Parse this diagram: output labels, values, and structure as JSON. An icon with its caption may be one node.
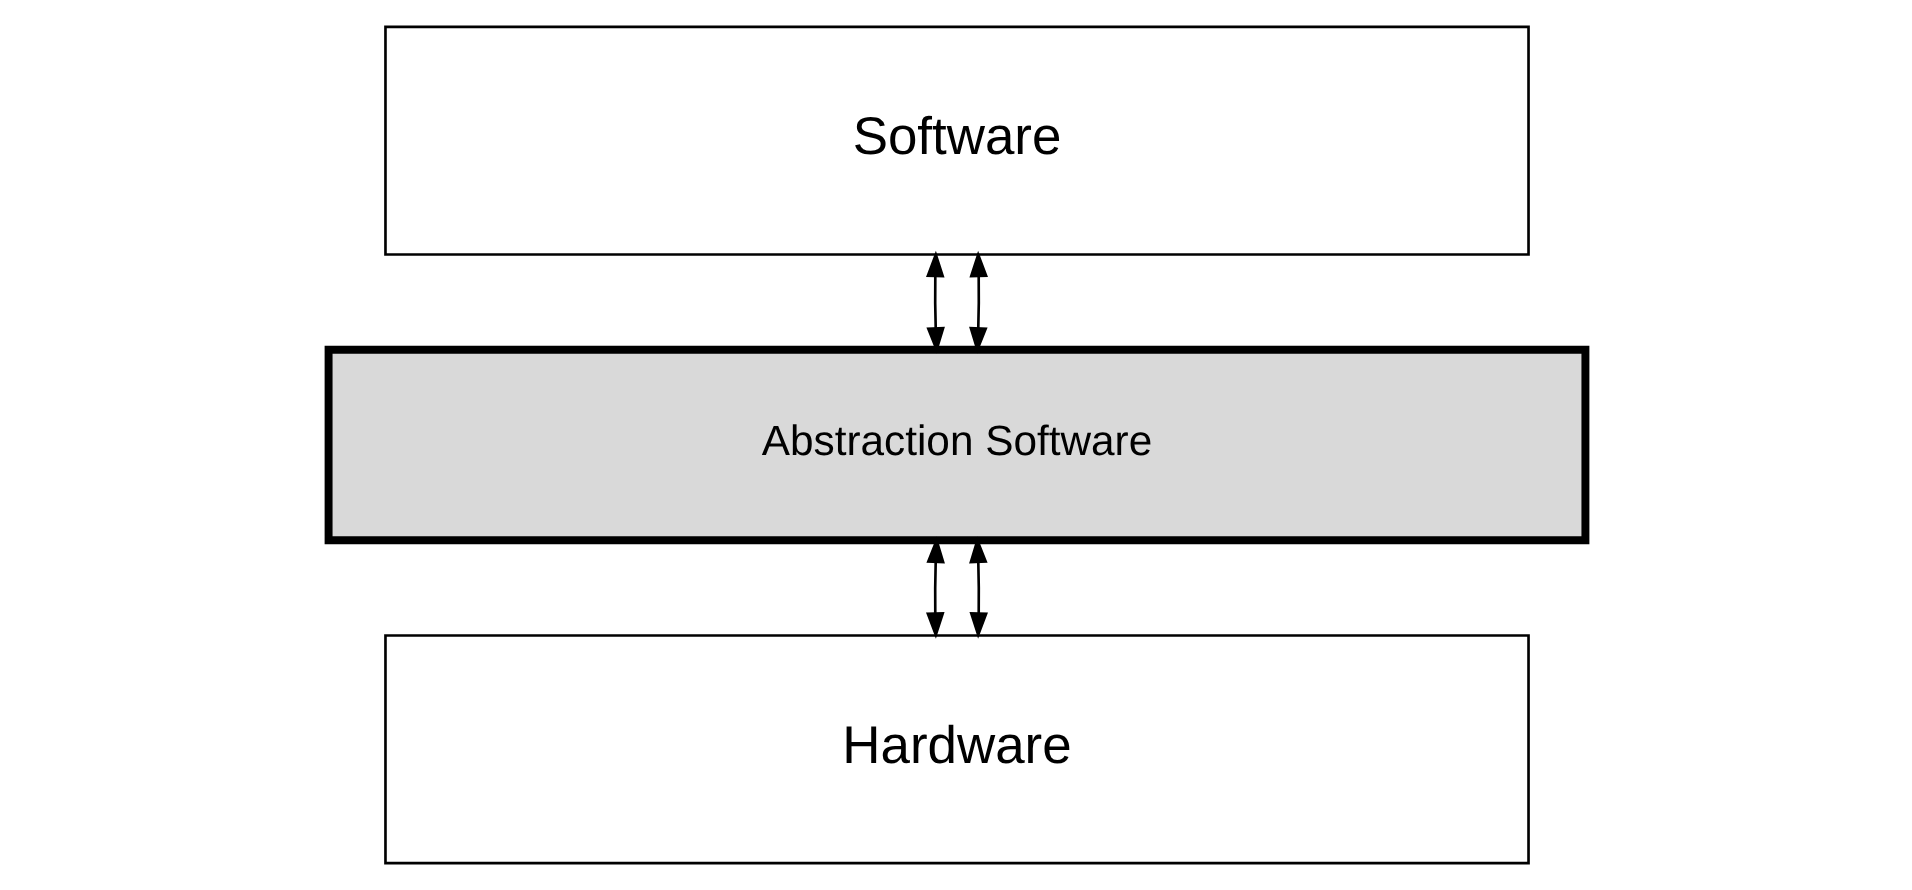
{
  "diagram": {
    "nodes": [
      {
        "text": [
          "Software"
        ]
      },
      {
        "text": [
          "Abstraction Software"
        ]
      },
      {
        "text": [
          "Hardware"
        ]
      }
    ],
    "edges": [
      {
        "from": 0,
        "to": 1,
        "arrow": "both"
      },
      {
        "from": 0,
        "to": 1,
        "arrow": "both"
      },
      {
        "from": 1,
        "to": 2,
        "arrow": "both"
      },
      {
        "from": 1,
        "to": 2,
        "arrow": "both"
      }
    ]
  }
}
